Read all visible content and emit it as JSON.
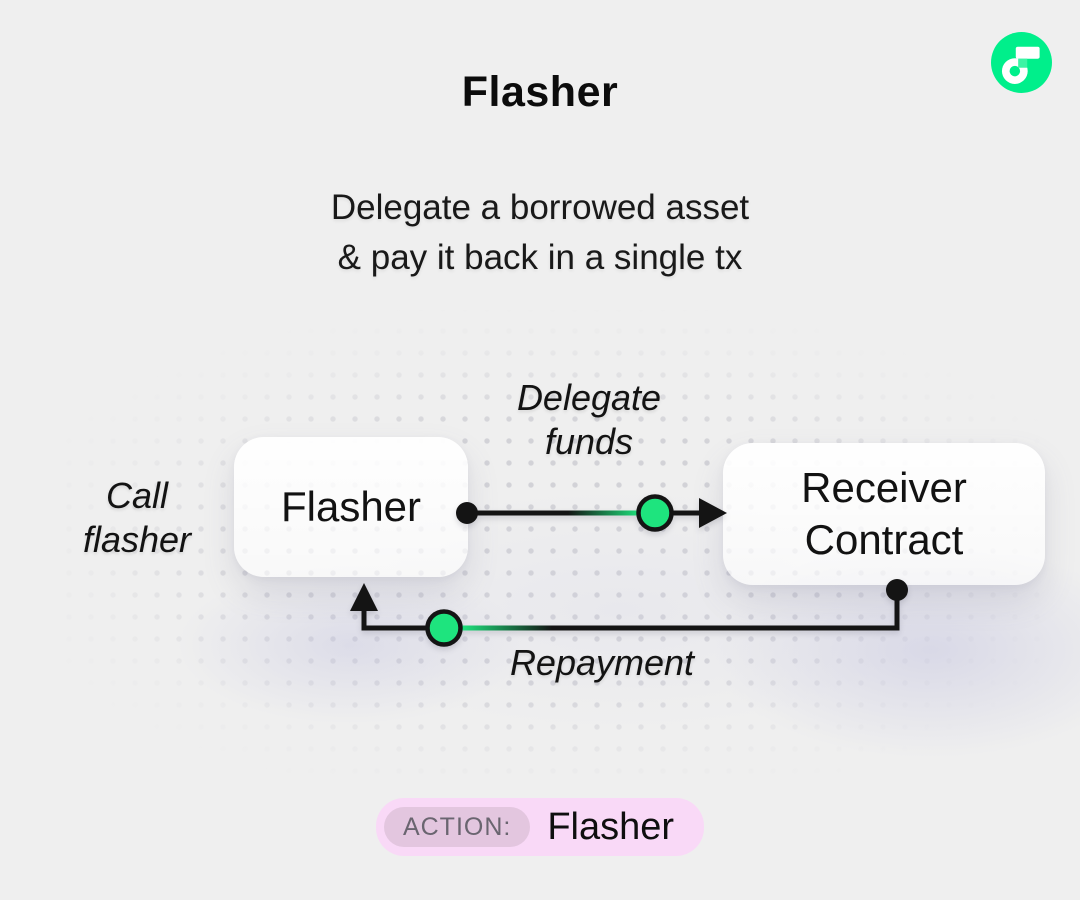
{
  "header": {
    "title": "Flasher",
    "subtitle_lines": [
      "Delegate a borrowed asset",
      "& pay it back in a single tx"
    ]
  },
  "logo": {
    "name": "flow-logo",
    "green": "#00EF8B"
  },
  "diagram": {
    "call_label_lines": [
      "Call",
      "flasher"
    ],
    "nodes": {
      "flasher": {
        "label": "Flasher"
      },
      "receiver": {
        "label_lines": [
          "Receiver",
          "Contract"
        ]
      }
    },
    "edges": {
      "delegate": {
        "label_lines": [
          "Delegate",
          "funds"
        ],
        "from": "Flasher",
        "to": "Receiver Contract"
      },
      "repayment": {
        "label": "Repayment",
        "from": "Receiver Contract",
        "to": "Flasher"
      }
    },
    "token_green": "#1EE47E",
    "line_color": "#141414"
  },
  "action_badge": {
    "prefix": "ACTION:",
    "value": "Flasher",
    "pill_bg": "#F9D9F7",
    "prefix_bg": "#E3C6DF"
  },
  "page": {
    "background": "#EFEFEF"
  }
}
